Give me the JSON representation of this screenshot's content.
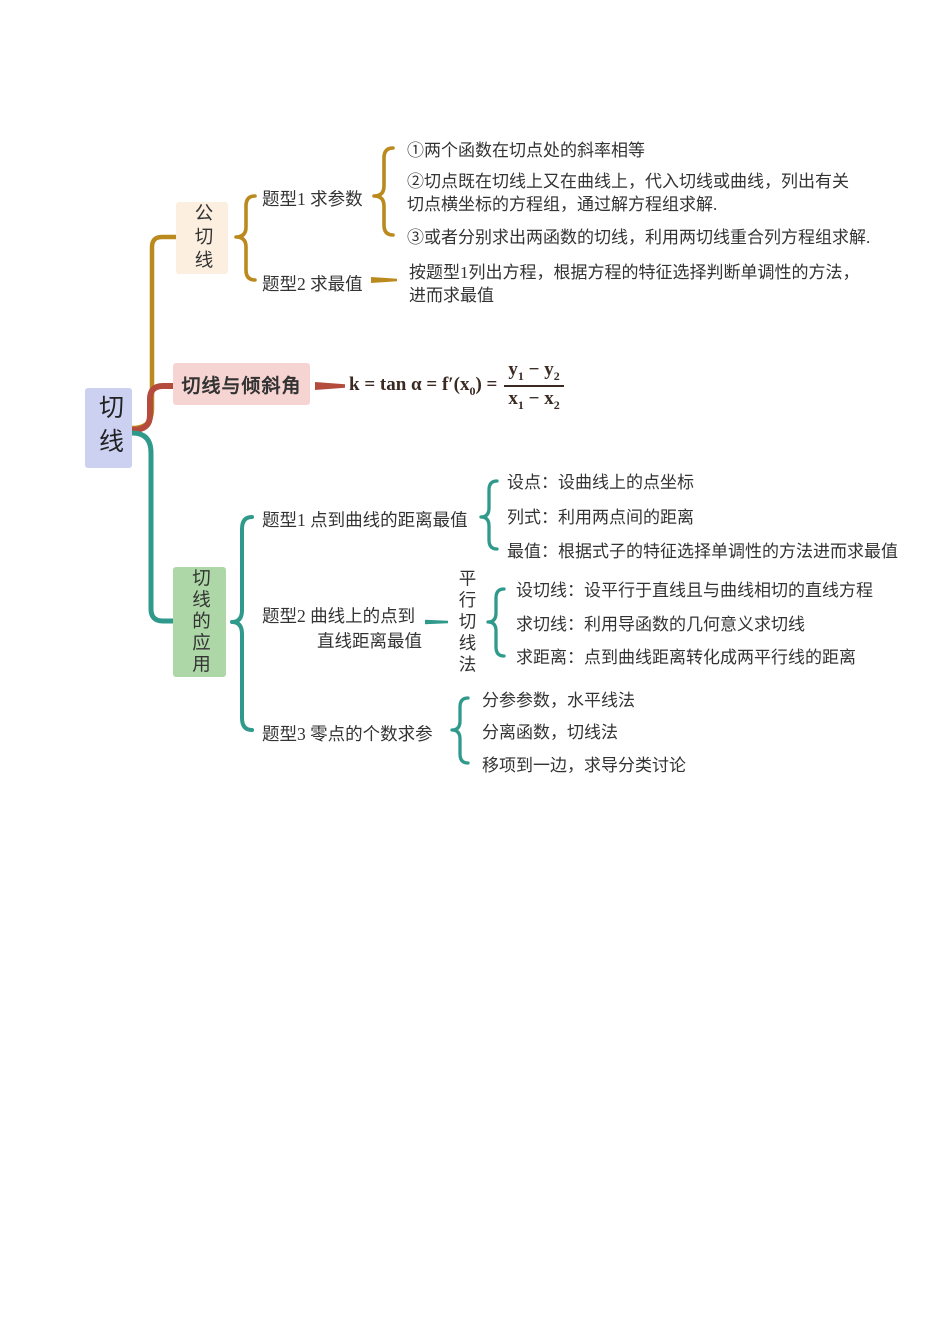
{
  "palette": {
    "gold": "#bb8a1f",
    "red": "#b44b3c",
    "teal": "#2f9a8b",
    "root_bg": "#ccd1f2",
    "gold_bg": "#fcefdf",
    "red_bg": "#f6d4d1",
    "teal_bg": "#add7a7",
    "text": "#333333",
    "formula": "#3a2a22"
  },
  "root": {
    "label": "切线"
  },
  "gongqiexian": {
    "label": "公切线",
    "tixing1": {
      "label": "题型1 求参数",
      "item1": "①两个函数在切点处的斜率相等",
      "item2": "②切点既在切线上又在曲线上，代入切线或曲线，列出有关\n切点横坐标的方程组，通过解方程组求解.",
      "item3": "③或者分别求出两函数的切线，利用两切线重合列方程组求解."
    },
    "tixing2": {
      "label": "题型2 求最值",
      "note": "按题型1列出方程，根据方程的特征选择判断单调性的方法，\n进而求最值"
    }
  },
  "qingxiejiao": {
    "label": "切线与倾斜角",
    "formula": {
      "pre": "k = tan α = f′(x",
      "pre_sub": "0",
      "pre_close": ") =",
      "num_a": "y",
      "num_a_sub": "1",
      "num_op": " − ",
      "num_b": "y",
      "num_b_sub": "2",
      "den_a": "x",
      "den_a_sub": "1",
      "den_op": " − ",
      "den_b": "x",
      "den_b_sub": "2"
    }
  },
  "yingyong": {
    "label": "切线的应用",
    "tixing1": {
      "label": "题型1 点到曲线的距离最值",
      "item1": "设点：设曲线上的点坐标",
      "item2": "列式：利用两点间的距离",
      "item3": "最值：根据式子的特征选择单调性的方法进而求最值"
    },
    "tixing2": {
      "label_line1": "题型2 曲线上的点到",
      "label_line2": "直线距离最值",
      "method": "平行切线法",
      "item1": "设切线：设平行于直线且与曲线相切的直线方程",
      "item2": "求切线：利用导函数的几何意义求切线",
      "item3": "求距离：点到曲线距离转化成两平行线的距离"
    },
    "tixing3": {
      "label": "题型3 零点的个数求参",
      "item1": "分参参数，水平线法",
      "item2": "分离函数，切线法",
      "item3": "移项到一边，求导分类讨论"
    }
  }
}
